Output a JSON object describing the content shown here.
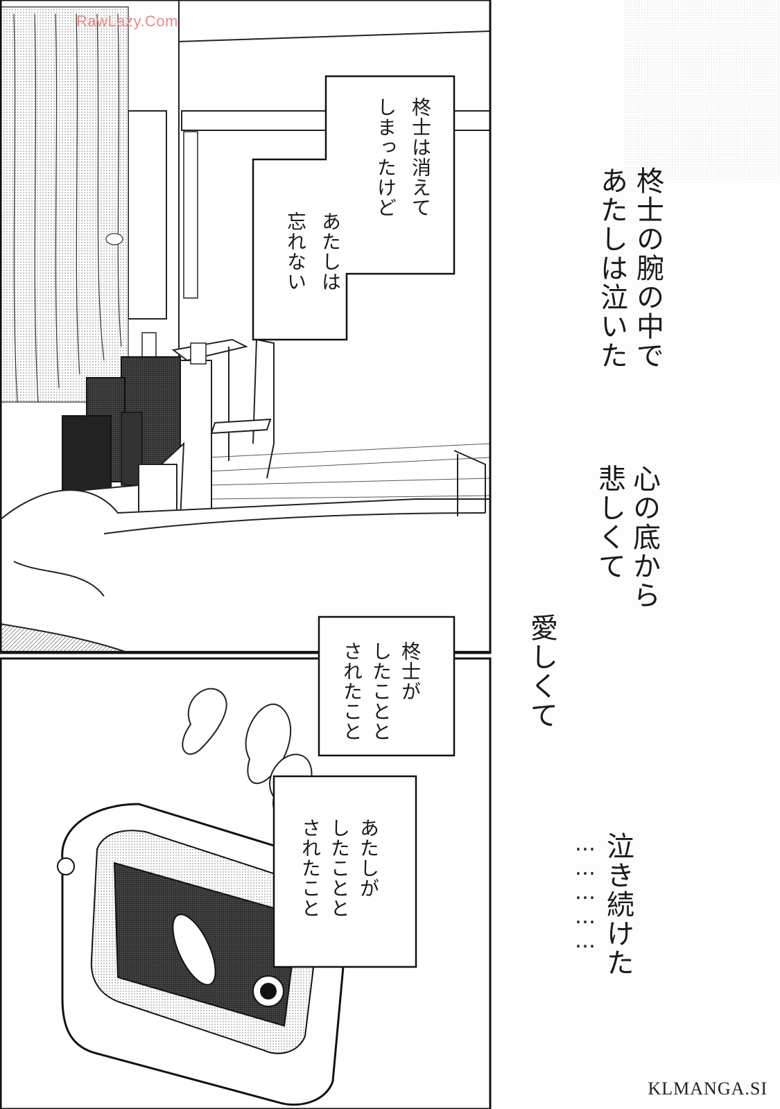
{
  "watermarks": {
    "top": "RawLazy.Com",
    "bottom": "KLMANGA.SI"
  },
  "panel_top": {
    "caption_block": {
      "line1": "柊士は消えて",
      "line2": "しまったけど",
      "line3": "あたしは",
      "line4": "忘れない"
    }
  },
  "panel_bottom": {
    "caption_block_1": {
      "line1": "柊士が",
      "line2": "したことと",
      "line3": "されたこと"
    },
    "caption_block_2": {
      "line1": "あたしが",
      "line2": "したことと",
      "line3": "されたこと"
    }
  },
  "narration": {
    "col1": "柊士の腕の中で",
    "col2": "あたしは泣いた",
    "col3": "心の底から",
    "col4": "悲しくて",
    "col5": "愛しくて",
    "col6": "泣き続けた",
    "col7": "……………"
  }
}
